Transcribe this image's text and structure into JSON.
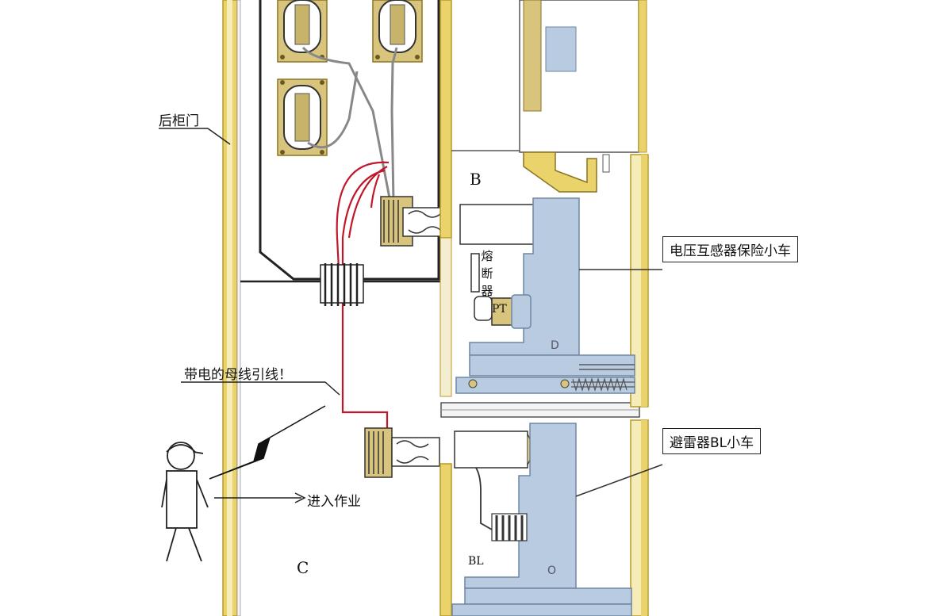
{
  "labels": {
    "rear_door": "后柜门",
    "vt_fuse_cart": "电压互感器保险小车",
    "arrester_cart": "避雷器BL小车",
    "live_busbar": "带电的母线引线！",
    "enter_work": "进入作业",
    "fuse_vertical": "熔断器",
    "pt": "PT",
    "compartment_b": "B",
    "compartment_c": "C",
    "bl": "BL",
    "d_mark": "D",
    "o_mark": "O"
  },
  "colors": {
    "frame_yellow": "#e9d36a",
    "frame_edge": "#b89a2a",
    "cart_blue": "#b9cbe0",
    "cart_edge": "#6f86a3",
    "busbar_red": "#c0182a",
    "line_dark": "#222222",
    "insulator_tan": "#d9c47e"
  }
}
